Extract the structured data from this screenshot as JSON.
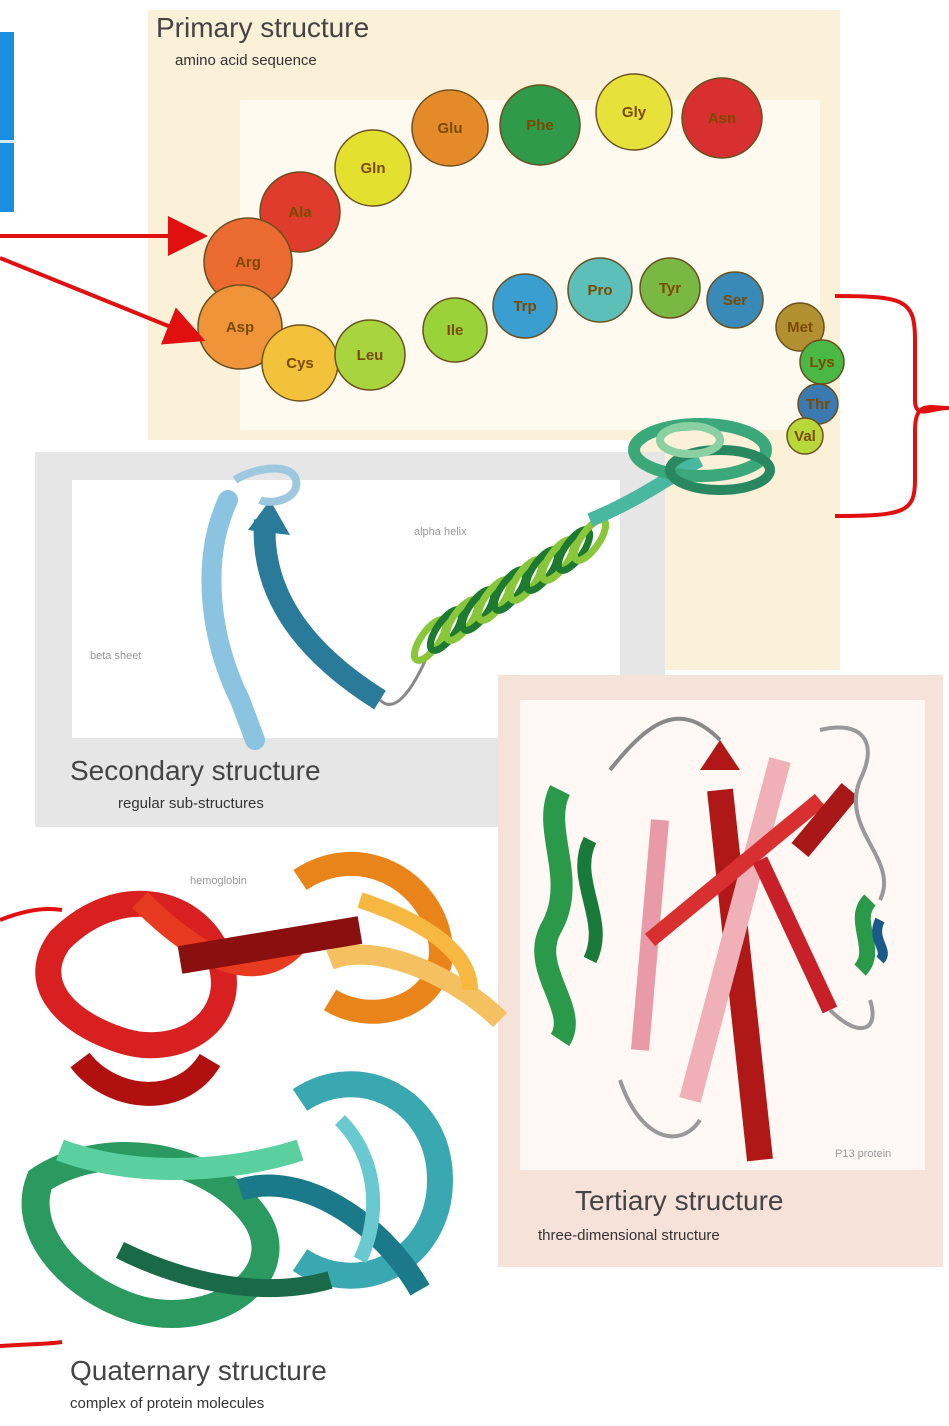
{
  "primary": {
    "title": "Primary structure",
    "subtitle": "amino acid sequence",
    "residues": [
      {
        "label": "Asn",
        "color": "#d83030"
      },
      {
        "label": "Gly",
        "color": "#e6e23a"
      },
      {
        "label": "Phe",
        "color": "#2f9a4a"
      },
      {
        "label": "Glu",
        "color": "#e58a28"
      },
      {
        "label": "Gln",
        "color": "#e3e030"
      },
      {
        "label": "Ala",
        "color": "#e03c2e"
      },
      {
        "label": "Arg",
        "color": "#ea6a30"
      },
      {
        "label": "Asp",
        "color": "#f0943a"
      },
      {
        "label": "Cys",
        "color": "#f2c23a"
      },
      {
        "label": "Leu",
        "color": "#a8d43e"
      },
      {
        "label": "Ile",
        "color": "#9ad23a"
      },
      {
        "label": "Trp",
        "color": "#3a9ed0"
      },
      {
        "label": "Pro",
        "color": "#5cc0b8"
      },
      {
        "label": "Tyr",
        "color": "#7ab844"
      },
      {
        "label": "Ser",
        "color": "#3a8ab8"
      },
      {
        "label": "Met",
        "color": "#b09030"
      },
      {
        "label": "Lys",
        "color": "#4ab844"
      },
      {
        "label": "Thr",
        "color": "#3a7ab0"
      },
      {
        "label": "Val",
        "color": "#b8d83a"
      }
    ]
  },
  "secondary": {
    "title": "Secondary structure",
    "subtitle": "regular sub-structures",
    "helix_label": "alpha helix",
    "sheet_label": "beta sheet"
  },
  "tertiary": {
    "title": "Tertiary structure",
    "subtitle": "three-dimensional structure",
    "protein_label": "P13 protein"
  },
  "quaternary": {
    "title": "Quaternary structure",
    "subtitle": "complex of protein molecules",
    "protein_label": "hemoglobin"
  },
  "colors": {
    "annotation_red": "#e01010",
    "annotation_blue": "#1a8fe0",
    "primary_bg": "#fbf0d8",
    "secondary_bg": "#e6e6e6",
    "tertiary_bg": "#f6e2d8"
  }
}
